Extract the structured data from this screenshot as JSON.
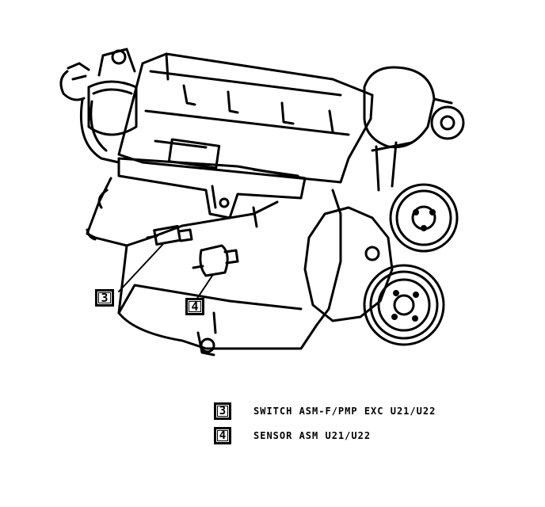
{
  "callouts": [
    {
      "number": "3"
    },
    {
      "number": "4"
    }
  ],
  "legend": [
    {
      "number": "3",
      "text": "SWITCH ASM-F/PMP EXC U21/U22"
    },
    {
      "number": "4",
      "text": "SENSOR ASM U21/U22"
    }
  ]
}
